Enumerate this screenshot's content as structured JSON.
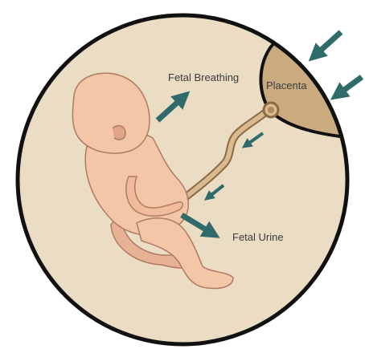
{
  "labels": {
    "fetal_breathing": "Fetal Breathing",
    "placenta": "Placenta",
    "fetal_urine": "Fetal Urine"
  },
  "colors": {
    "amniotic_fluid": "#ebdcc4",
    "outline": "#111111",
    "placenta": "#c9ab7f",
    "arrow": "#2f6b6a",
    "skin": "#f3c6a8",
    "skin_shadow": "#e0a486",
    "skin_outline": "#b07a63",
    "cord": "#d9b98e",
    "cord_outline": "#8a6a45"
  },
  "arrows": [
    {
      "name": "external-arrow-top",
      "direction": "into-placenta"
    },
    {
      "name": "external-arrow-right",
      "direction": "into-placenta"
    },
    {
      "name": "cord-arrow-upper",
      "direction": "toward-fetus"
    },
    {
      "name": "cord-arrow-lower",
      "direction": "toward-fetus"
    },
    {
      "name": "breathing-arrow",
      "direction": "out-of-fetus"
    },
    {
      "name": "urine-arrow",
      "direction": "out-of-fetus"
    }
  ]
}
